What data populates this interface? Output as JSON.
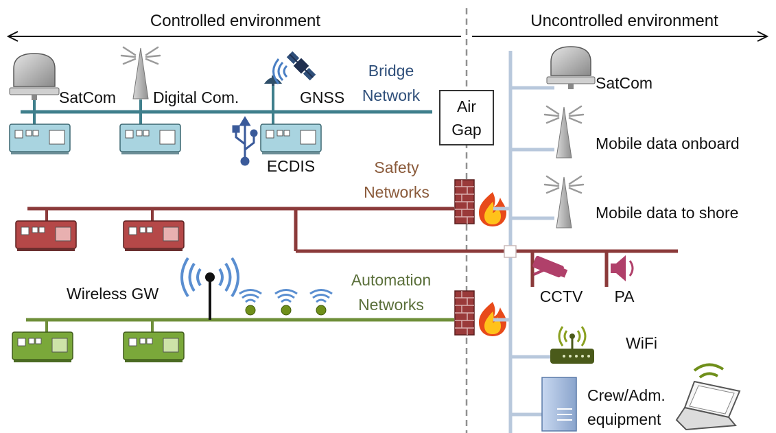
{
  "environments": {
    "controlled": "Controlled environment",
    "uncontrolled": "Uncontrolled environment"
  },
  "air_gap": {
    "line1": "Air",
    "line2": "Gap"
  },
  "bridge": {
    "title_line1": "Bridge",
    "title_line2": "Network",
    "satcom": "SatCom",
    "digital_com": "Digital Com.",
    "gnss": "GNSS",
    "ecdis": "ECDIS"
  },
  "safety": {
    "title_line1": "Safety",
    "title_line2": "Networks"
  },
  "automation": {
    "title_line1": "Automation",
    "title_line2": "Networks",
    "wireless_gw": "Wireless GW"
  },
  "uncontrolled": {
    "satcom": "SatCom",
    "mobile_onboard": "Mobile data onboard",
    "mobile_shore": "Mobile data to shore",
    "cctv": "CCTV",
    "pa": "PA",
    "wifi": "WiFi",
    "crew_line1": "Crew/Adm.",
    "crew_line2": "equipment"
  },
  "colors": {
    "bridge": "#3f7f8c",
    "bridge_title": "#2f4f7a",
    "safety": "#8b3a3a",
    "safety_title": "#8a5a3a",
    "automation": "#6f8f3a",
    "automation_title": "#5a6f3a",
    "uncontrolled_bus": "#b8c8dc",
    "cctv_pa": "#b0406a"
  }
}
